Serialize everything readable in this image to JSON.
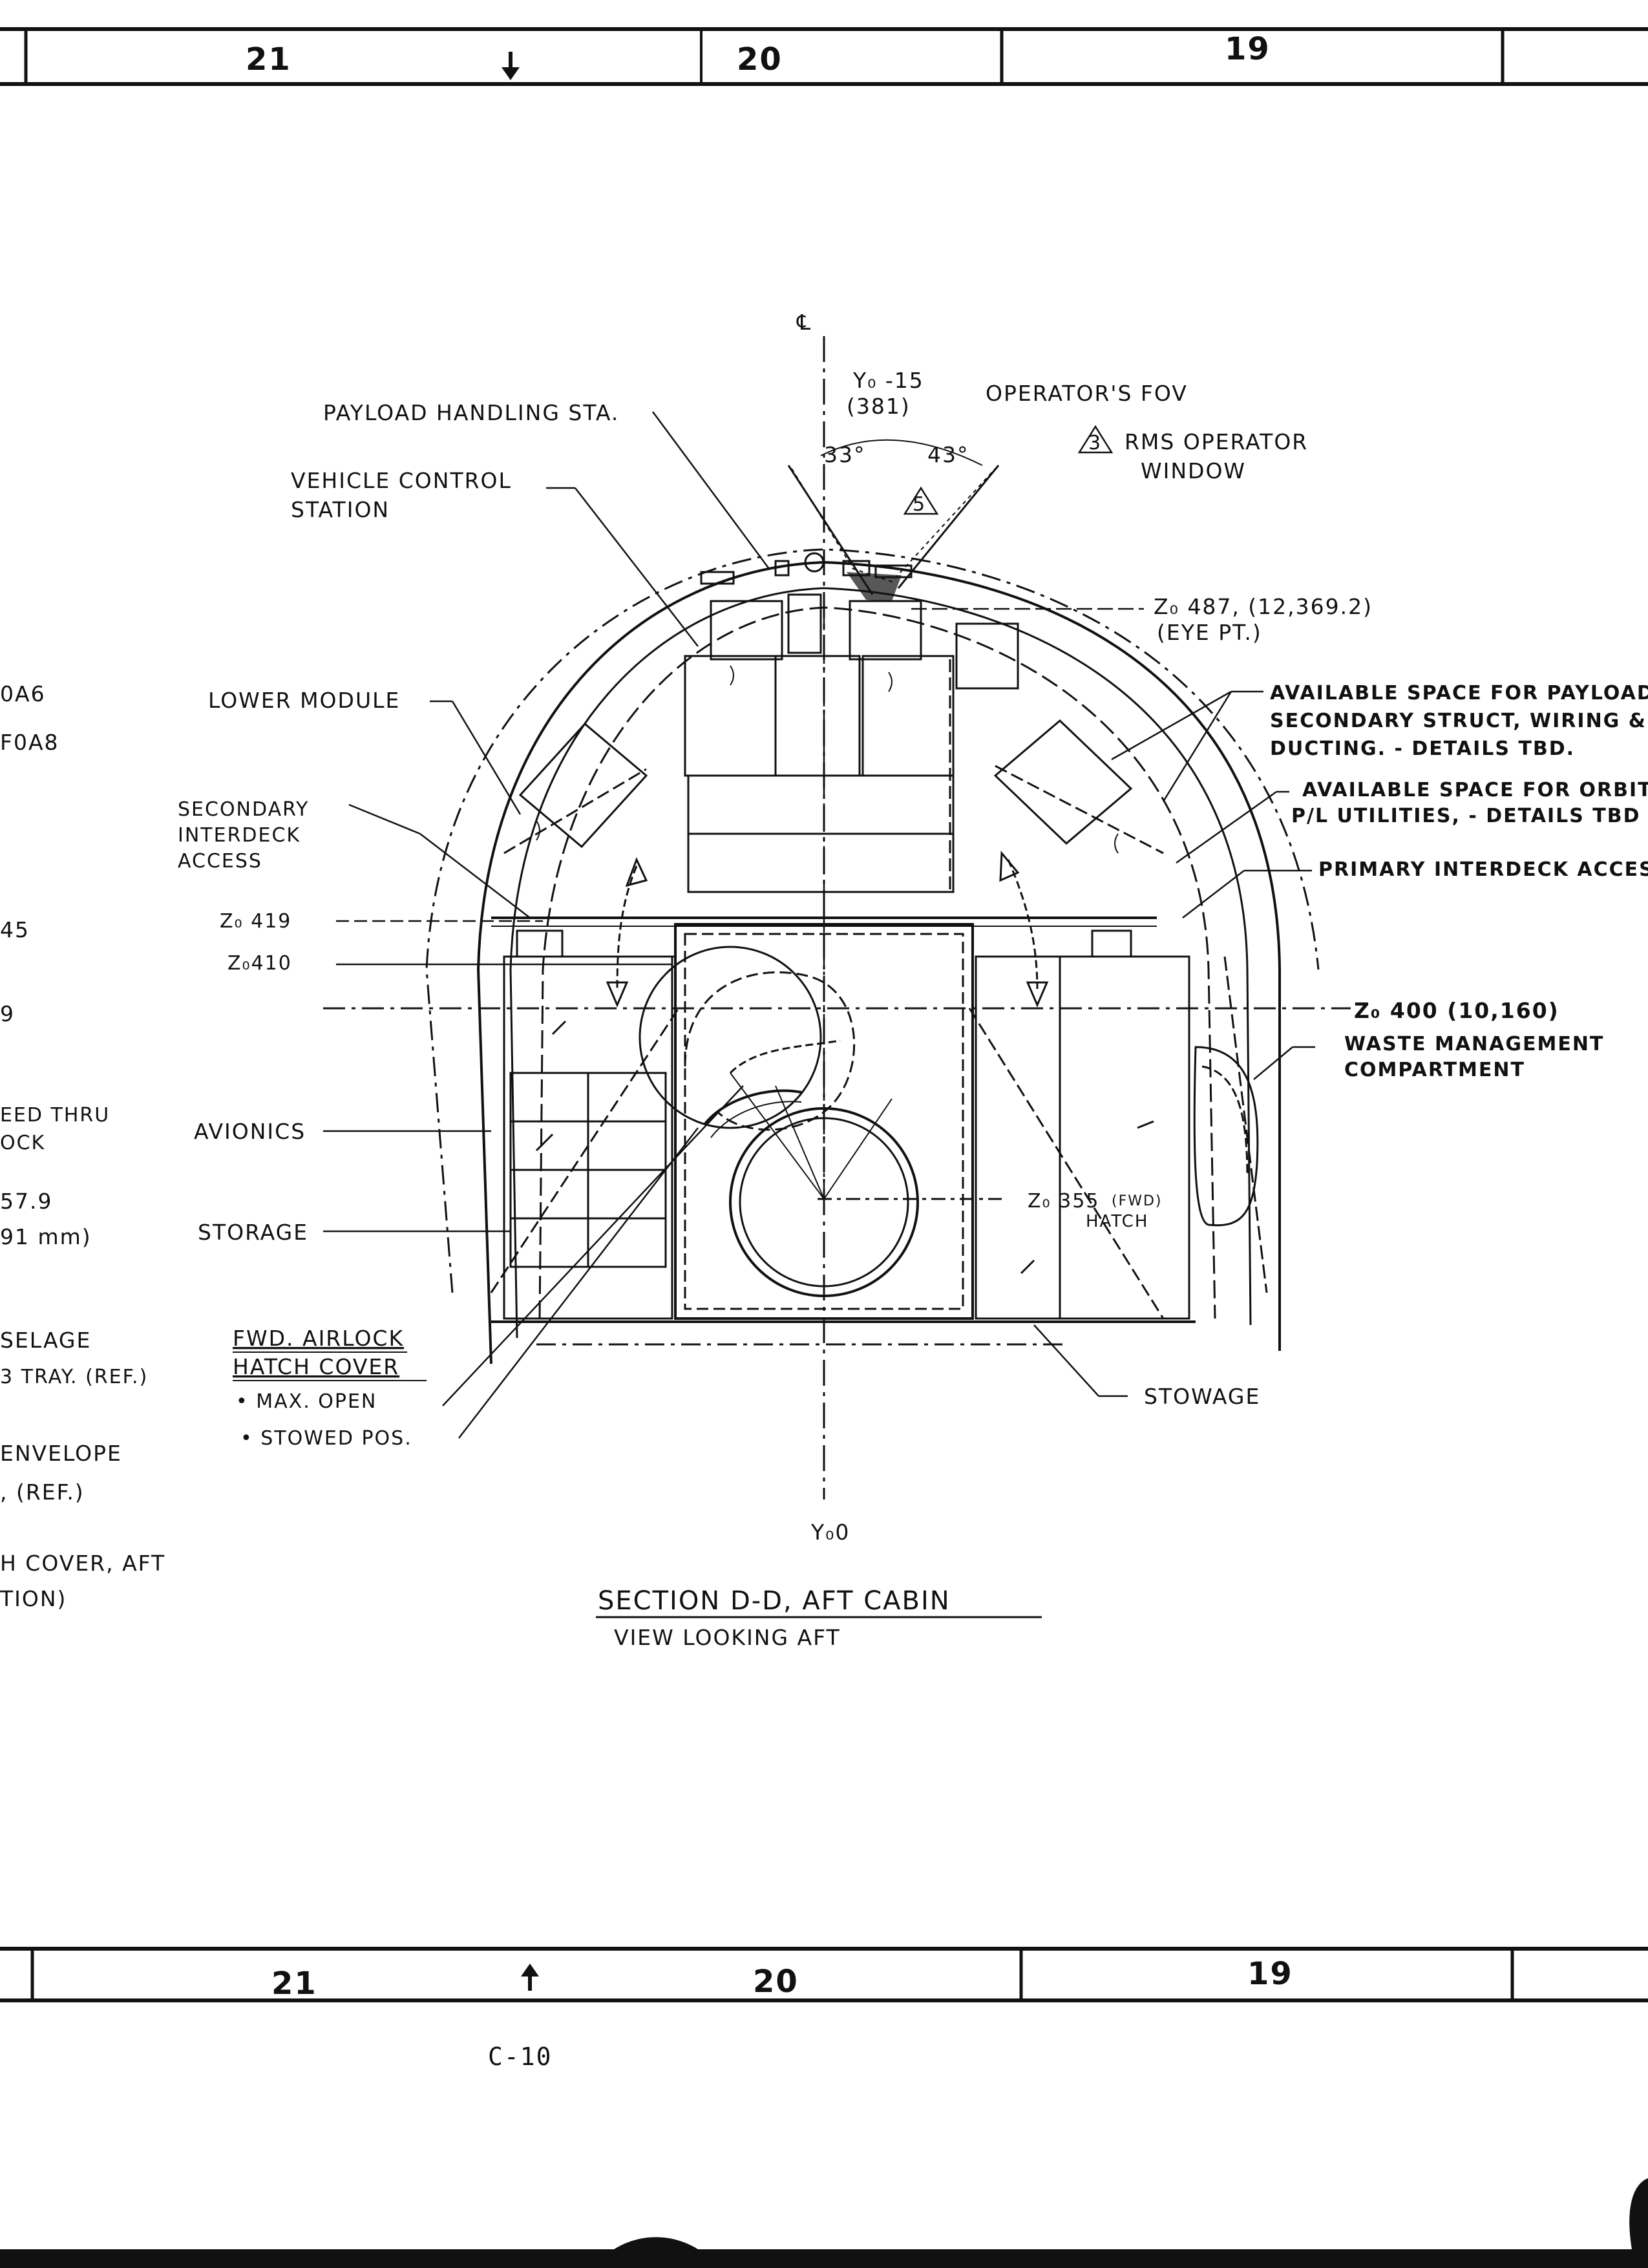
{
  "zone_strip": {
    "top": [
      "21",
      "20",
      "19"
    ],
    "bottom": [
      "21",
      "20",
      "19"
    ]
  },
  "left_cut": [
    "0A6",
    "F0A8",
    "45",
    "9",
    "EED THRU",
    "OCK",
    "57.9",
    "91 mm)",
    "SELAGE",
    "3 TRAY. (REF.)",
    "ENVELOPE",
    ", (REF.)",
    "H COVER, AFT",
    "TION)"
  ],
  "labels": {
    "centerline": "℄",
    "yo_top": "Y₀ -15",
    "yo_top_mm": "(381)",
    "operators_fov": "OPERATOR'S FOV",
    "angle_left": "33°",
    "angle_right": "43°",
    "note5": "5",
    "note3": "3",
    "rms_window_1": "RMS OPERATOR",
    "rms_window_2": "WINDOW",
    "payload_handling": "PAYLOAD HANDLING STA.",
    "vehicle_control_1": "VEHICLE CONTROL",
    "vehicle_control_2": "STATION",
    "eye_pt_1": "Z₀ 487, (12,369.2)",
    "eye_pt_2": "(EYE PT.)",
    "lower_module": "LOWER MODULE",
    "avail_payload_1": "AVAILABLE SPACE FOR PAYLOAD",
    "avail_payload_2": "SECONDARY STRUCT, WIRING &",
    "avail_payload_3": "DUCTING. - DETAILS TBD.",
    "avail_orbiter_1": "AVAILABLE SPACE FOR ORBITER",
    "avail_orbiter_2": "P/L UTILITIES, - DETAILS TBD",
    "primary_interdeck": "PRIMARY INTERDECK ACCESS",
    "secondary_interdeck_1": "SECONDARY",
    "secondary_interdeck_2": "INTERDECK",
    "secondary_interdeck_3": "ACCESS",
    "z419": "Z₀ 419",
    "z410": "Z₀410",
    "z400": "Z₀ 400 (10,160)",
    "waste_1": "WASTE MANAGEMENT",
    "waste_2": "COMPARTMENT",
    "avionics": "AVIONICS",
    "storage": "STORAGE",
    "z355": "Z₀ 355",
    "fwd": "(FWD)",
    "hatch": "HATCH",
    "fwd_airlock_1": "FWD. AIRLOCK",
    "fwd_airlock_2": "HATCH COVER",
    "max_open": "• MAX. OPEN",
    "stowed_pos": "• STOWED POS.",
    "stowage": "STOWAGE",
    "yo_bottom": "Y₀0"
  },
  "title": {
    "line1": "SECTION D-D, AFT CABIN",
    "line2": "VIEW LOOKING AFT"
  },
  "page_number": "C-10"
}
